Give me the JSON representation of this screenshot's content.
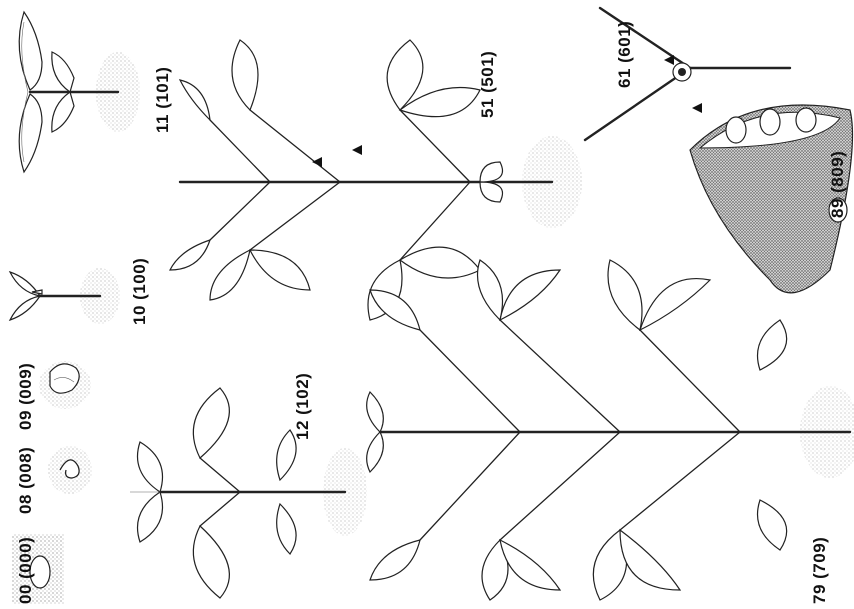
{
  "labels": {
    "stage_00": "00 (000)",
    "stage_08": "08 (008)",
    "stage_09": "09 (009)",
    "stage_10": "10 (100)",
    "stage_11": "11 (101)",
    "stage_12": "12 (102)",
    "stage_51": "51 (501)",
    "stage_61": "61 (601)",
    "stage_79": "79 (709)",
    "stage_89": "89 (809)"
  }
}
